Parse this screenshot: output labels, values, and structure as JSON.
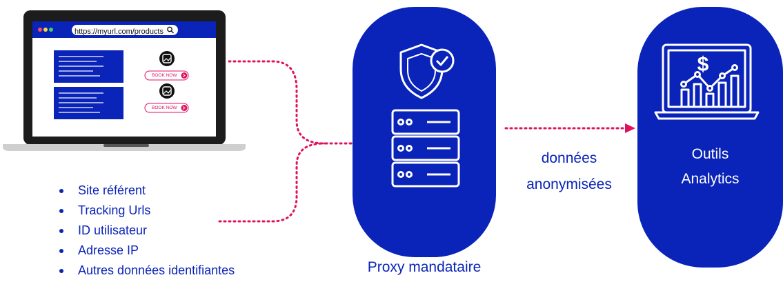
{
  "browser": {
    "url": "https://myurl.com/products",
    "book_now_1": "BOOK NOW",
    "book_now_2": "BOOK NOW"
  },
  "data_items": [
    "Site référent",
    "Tracking Urls",
    "ID utilisateur",
    "Adresse IP",
    "Autres données identifiantes"
  ],
  "proxy": {
    "label": "Proxy mandataire"
  },
  "flow": {
    "line1": "données",
    "line2": "anonymisées"
  },
  "analytics": {
    "line1": "Outils",
    "line2": "Analytics"
  },
  "colors": {
    "brand_blue": "#0a23b8",
    "accent_pink": "#e0115f"
  },
  "icons": [
    "laptop-icon",
    "search-icon",
    "shield-check-icon",
    "server-icon",
    "analytics-laptop-icon",
    "dollar-icon",
    "arrow-right-icon"
  ]
}
